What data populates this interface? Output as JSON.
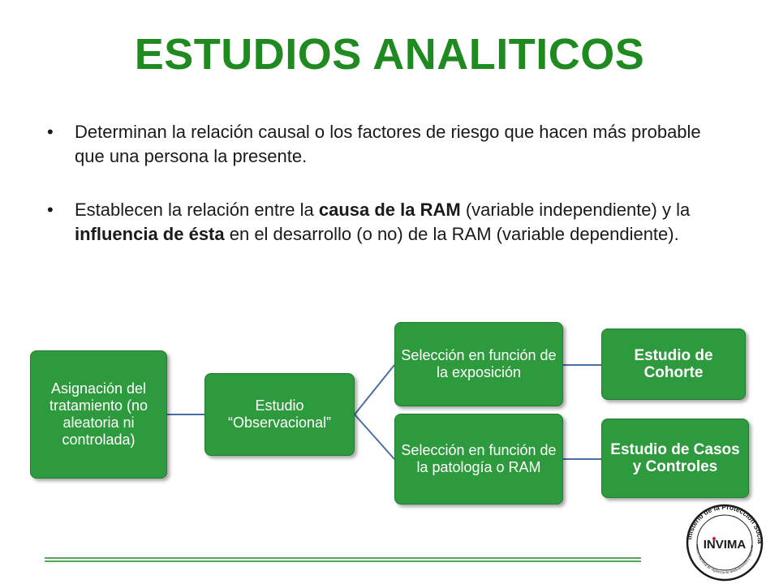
{
  "slide": {
    "title": "ESTUDIOS ANALITICOS",
    "bullets": [
      {
        "parts": [
          {
            "text": "Determinan la relación causal o los factores de riesgo que hacen más probable que una persona la presente.",
            "bold": false
          }
        ]
      },
      {
        "parts": [
          {
            "text": "Establecen la relación entre la ",
            "bold": false
          },
          {
            "text": "causa de la RAM",
            "bold": true
          },
          {
            "text": " (variable independiente) y la ",
            "bold": false
          },
          {
            "text": "influencia de ésta",
            "bold": true
          },
          {
            "text": " en el desarrollo (o no) de la RAM (variable dependiente).",
            "bold": false
          }
        ]
      }
    ]
  },
  "diagram": {
    "nodes": {
      "asignacion": "Asignación del tratamiento (no aleatoria ni controlada)",
      "estudio_observacional": "Estudio “Observacional”",
      "seleccion_exposicion": "Selección en función de la exposición",
      "seleccion_patologia": "Selección en función de la patología o RAM",
      "estudio_cohorte": "Estudio de Cohorte",
      "estudio_casos_controles": "Estudio de Casos y Controles"
    },
    "colors": {
      "node_fill": "#2e9a3e",
      "connector": "#4a6fa5",
      "title": "#1f8a1f"
    }
  },
  "logo": {
    "ring_text": "Ministerio de la Protección Social",
    "inner_text": "Instituto Nacional de Vigilancia de Medicamentos y Alimentos",
    "name": "INVIMA"
  }
}
